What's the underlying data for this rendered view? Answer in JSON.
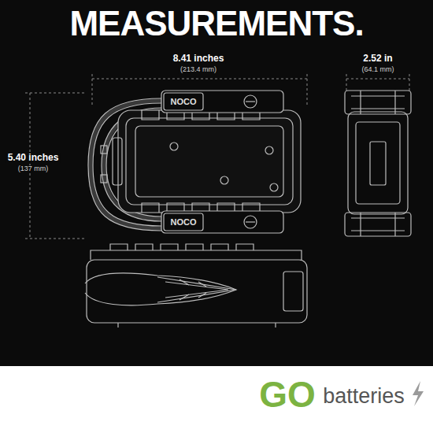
{
  "diagram": {
    "title": "MEASUREMENTS.",
    "labels": [
      "8.41 inches",
      "(213.4 mm)",
      "2.52 in",
      "(64.1 mm)",
      "5.40 inches",
      "(137 mm)",
      "NOCO",
      "NOCO",
      "GO",
      "batteries"
    ]
  }
}
